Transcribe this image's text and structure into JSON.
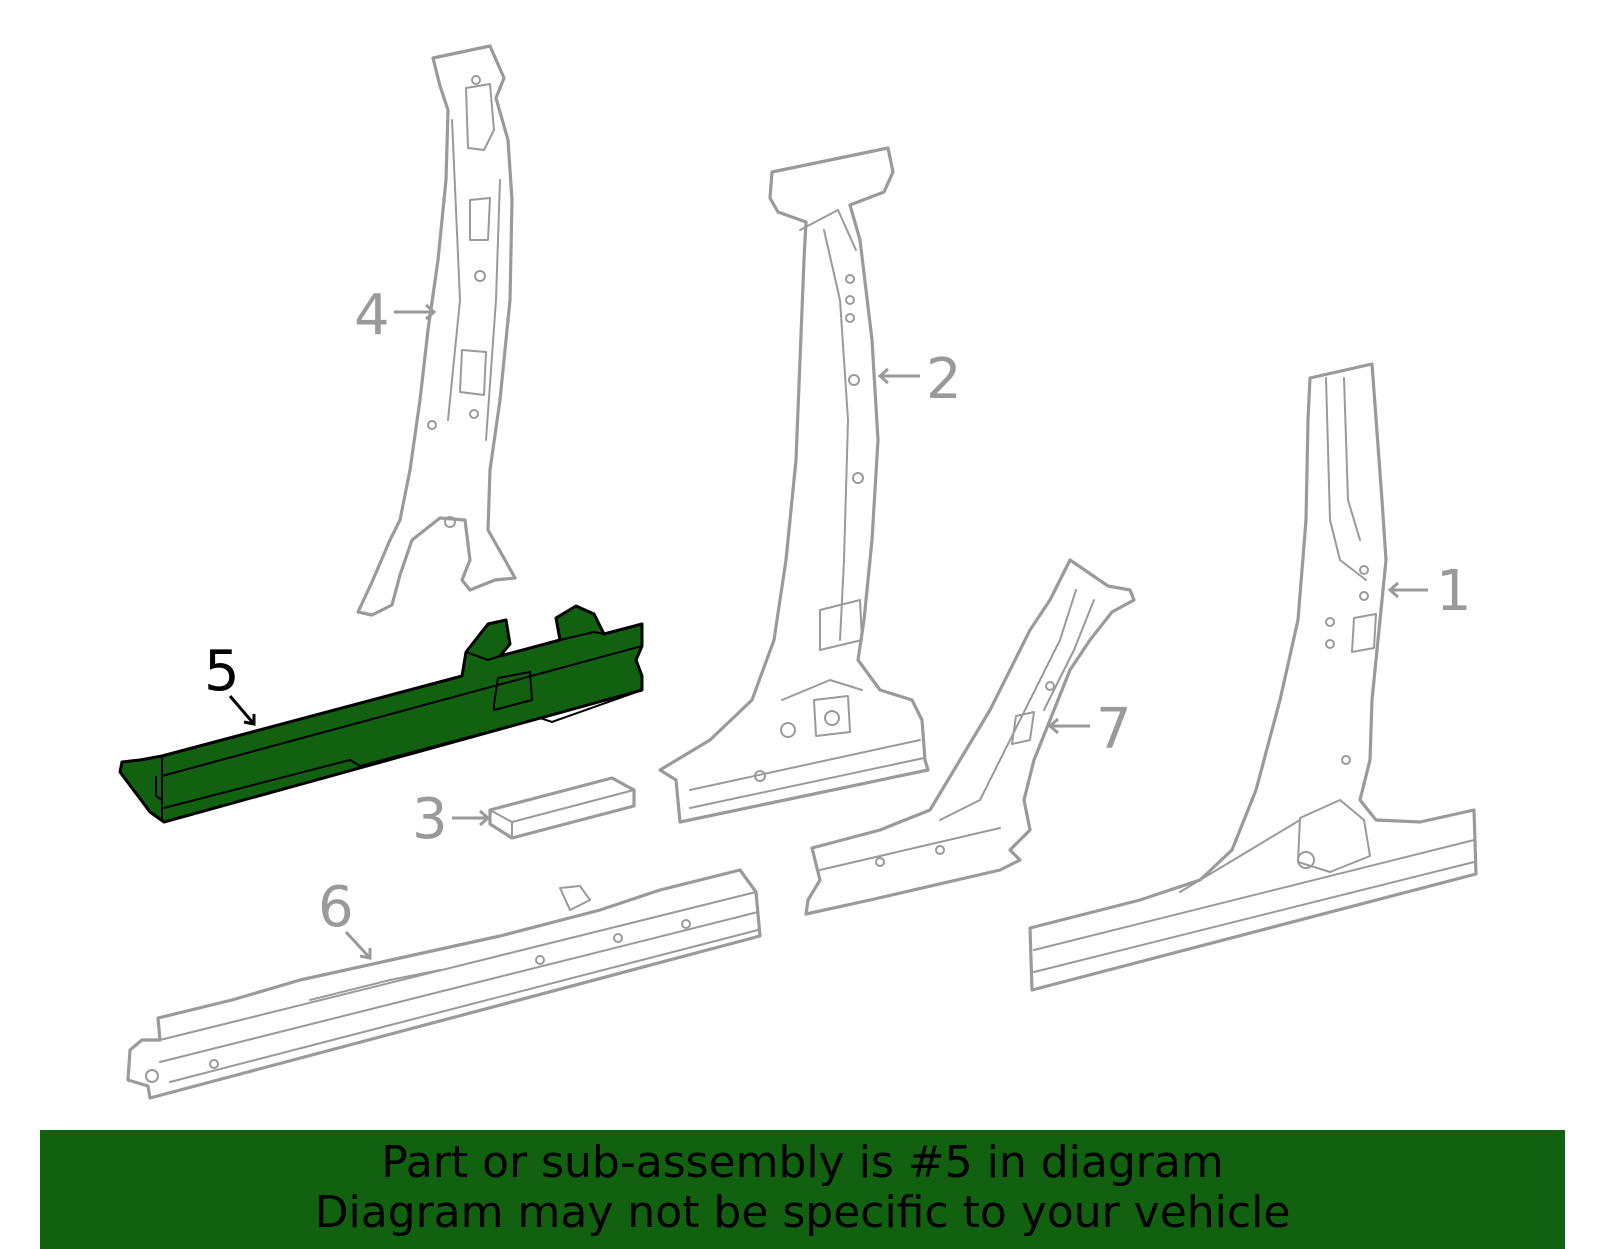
{
  "colors": {
    "highlight_fill": "#116111",
    "line_gray": "#9a9a9a",
    "banner_bg": "#116111",
    "text_black": "#000000"
  },
  "callouts": [
    {
      "id": "1",
      "label": "1"
    },
    {
      "id": "2",
      "label": "2"
    },
    {
      "id": "3",
      "label": "3"
    },
    {
      "id": "4",
      "label": "4"
    },
    {
      "id": "5",
      "label": "5",
      "highlighted": true
    },
    {
      "id": "6",
      "label": "6"
    },
    {
      "id": "7",
      "label": "7"
    }
  ],
  "banner": {
    "line1": "Part or sub-assembly is #5 in diagram",
    "line2": "Diagram may not be specific to your vehicle"
  }
}
